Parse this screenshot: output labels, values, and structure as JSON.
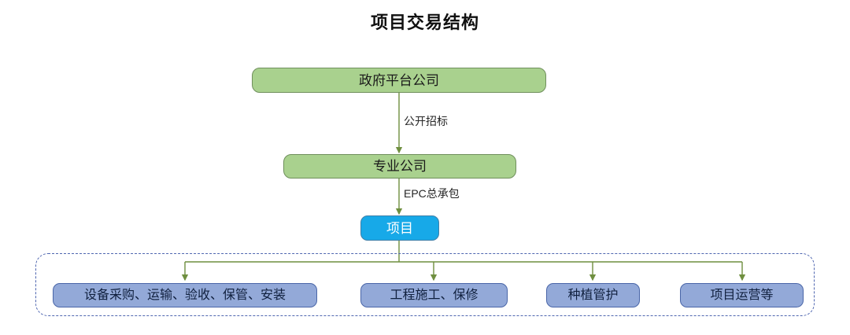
{
  "diagram": {
    "title": "项目交易结构",
    "colors": {
      "green_fill": "#a9d18e",
      "green_stroke": "#6f8f5c",
      "cyan_fill": "#17a9e8",
      "cyan_stroke": "#3f7fa8",
      "periwinkle_fill": "#93a9d8",
      "periwinkle_stroke": "#4a66a8",
      "connector": "#6f8f3f",
      "group_border": "#4f66b0",
      "title_color": "#111111"
    },
    "nodes": {
      "government_platform": "政府平台公司",
      "professional_company": "专业公司",
      "project": "项目"
    },
    "edges": {
      "public_bidding": "公开招标",
      "epc_general_contracting": "EPC总承包"
    },
    "tasks": [
      "设备采购、运输、验收、保管、安装",
      "工程施工、保修",
      "种植管护",
      "项目运营等"
    ]
  }
}
